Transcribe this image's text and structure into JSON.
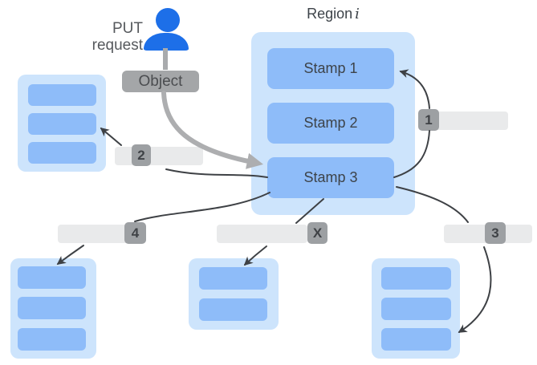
{
  "put_request": {
    "line1": "PUT",
    "line2": "request"
  },
  "object_label": "Object",
  "region_title": {
    "text": "Region",
    "index_var": "i"
  },
  "stamps": [
    "Stamp 1",
    "Stamp 2",
    "Stamp 3"
  ],
  "step_badges": {
    "s1": "1",
    "s2": "2",
    "s3": "3",
    "s4": "4",
    "sx": "X"
  },
  "icons": {
    "user": "user-icon"
  },
  "colors": {
    "cluster_fill": "#cde4fc",
    "bar_fill": "#8ebcf9",
    "person_blue": "#1d6fe8",
    "object_gray": "#a4a6a8",
    "badge_gray": "#9da0a3",
    "step_bar_gray": "#e9eaeb",
    "arrow_dark": "#3e4145",
    "arrow_thick_gray": "#adaeb0",
    "text_dark": "#3d4349"
  }
}
